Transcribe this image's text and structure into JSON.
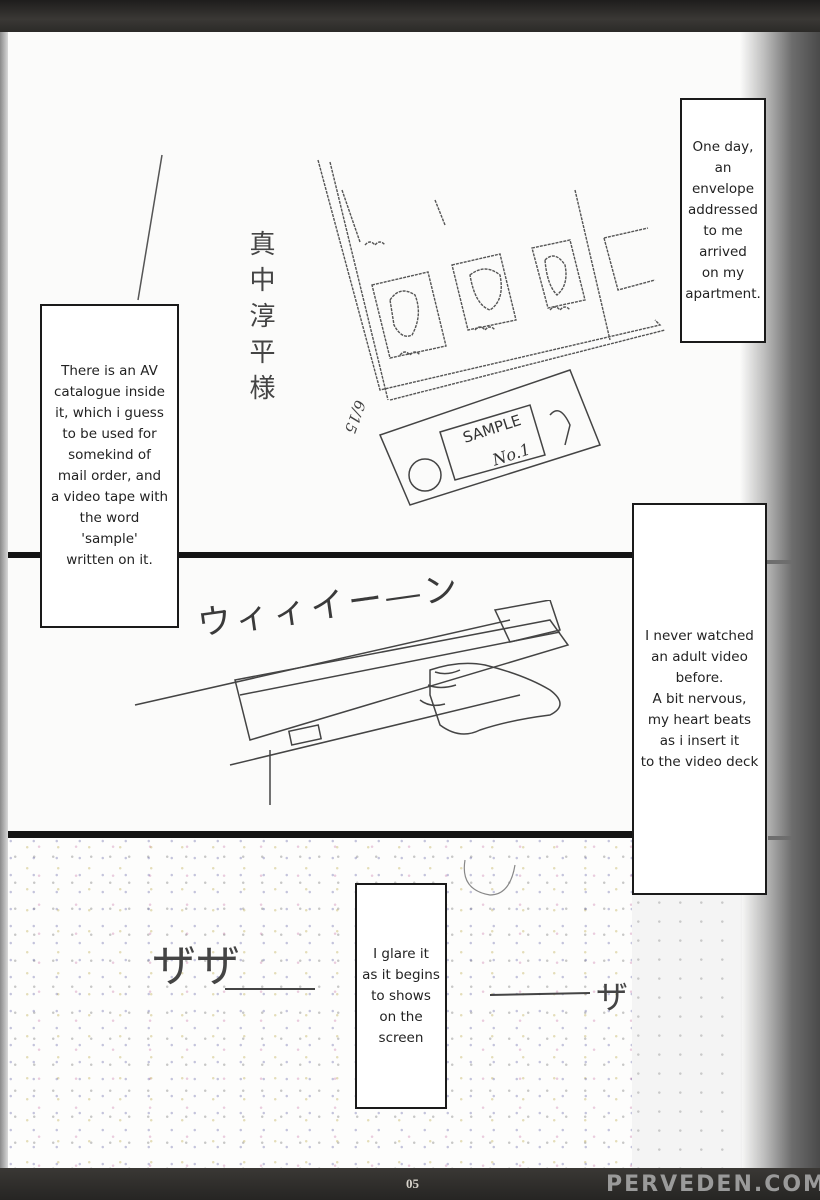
{
  "page": {
    "type": "scanned manga page",
    "page_number": "05",
    "watermark": "PERVEDEN.COM"
  },
  "panels": [
    {
      "id": "panel-1",
      "description": "AV catalogue and sample video tape with addressed envelope",
      "handwriting": {
        "addressee_vertical": "真中淳平様",
        "date": "6/15"
      },
      "tape_label": {
        "line1": "SAMPLE",
        "line2": "No.1"
      },
      "captions": [
        {
          "id": "caption-envelope",
          "text": "One day,\nan\nenvelope\naddressed\nto me\narrived\non my\napartment."
        },
        {
          "id": "caption-catalogue",
          "text": "There is an AV\ncatalogue inside\nit, which i guess\nto be used for\nsomekind of\nmail order, and\na video tape with\nthe word\n'sample'\nwritten on it."
        }
      ]
    },
    {
      "id": "panel-2",
      "description": "Hand inserting video tape into video deck",
      "sound_effect": "ウィィイー―ン",
      "captions": [
        {
          "id": "caption-nervous",
          "text": "I never watched\nan adult video\nbefore.\nA bit nervous,\nmy heart beats\nas i insert it\nto the video deck"
        }
      ]
    },
    {
      "id": "panel-3",
      "description": "TV static on screen",
      "sound_effects": [
        "ザザ",
        "―――",
        "―――",
        "ザ"
      ],
      "captions": [
        {
          "id": "caption-screen",
          "text": "I glare it\nas it begins\nto shows\non the\nscreen"
        }
      ]
    }
  ],
  "colors": {
    "paper": "#fbfbfa",
    "ink": "#1a1a1a",
    "scan_border": "#2a2826",
    "watermark": "#9a9a9a"
  }
}
